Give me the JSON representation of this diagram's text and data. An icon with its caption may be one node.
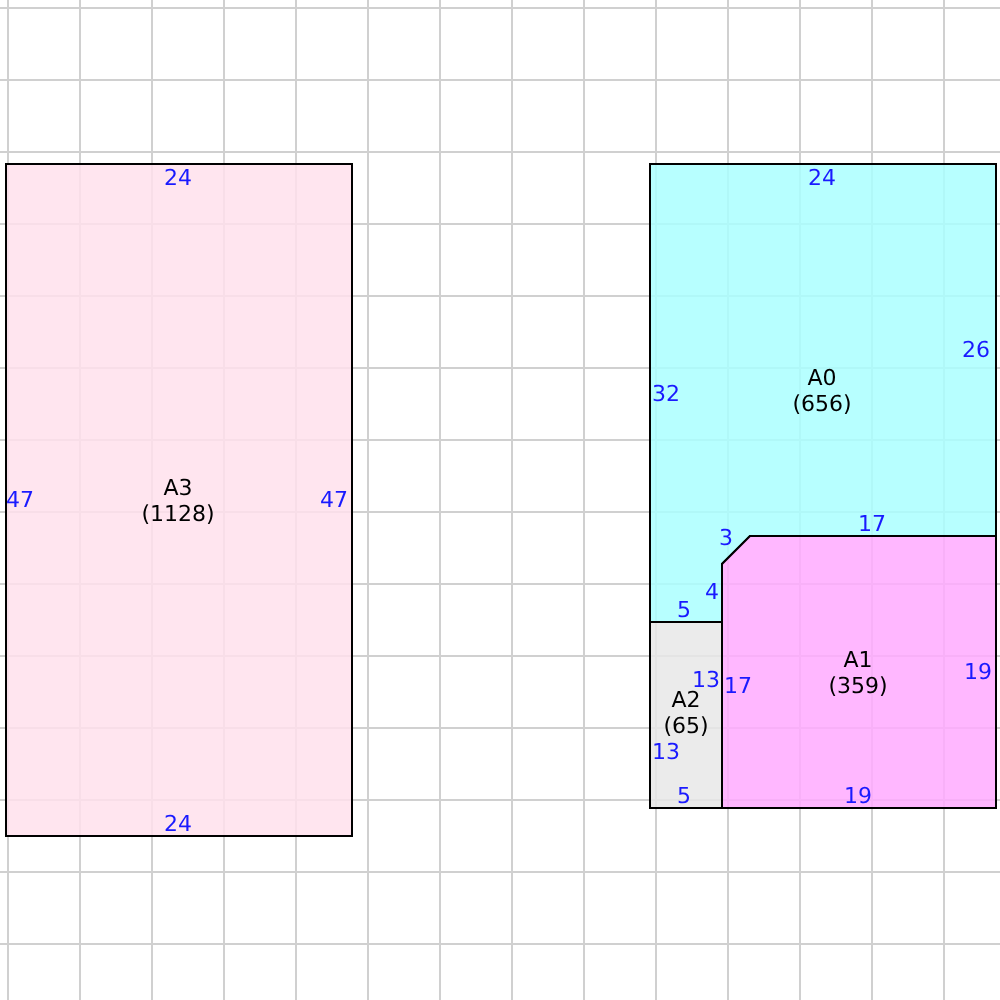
{
  "diagram": {
    "nodes": [
      {
        "text": [
          "A3",
          "(1128)",
          "24",
          "47",
          "47",
          "24"
        ]
      },
      {
        "text": [
          "A0",
          "(656)",
          "24",
          "32",
          "26",
          "3",
          "17",
          "4",
          "5"
        ]
      },
      {
        "text": [
          "A1",
          "(359)",
          "17",
          "19",
          "19"
        ]
      },
      {
        "text": [
          "A2",
          "(65)",
          "13",
          "13",
          "5"
        ]
      }
    ]
  }
}
